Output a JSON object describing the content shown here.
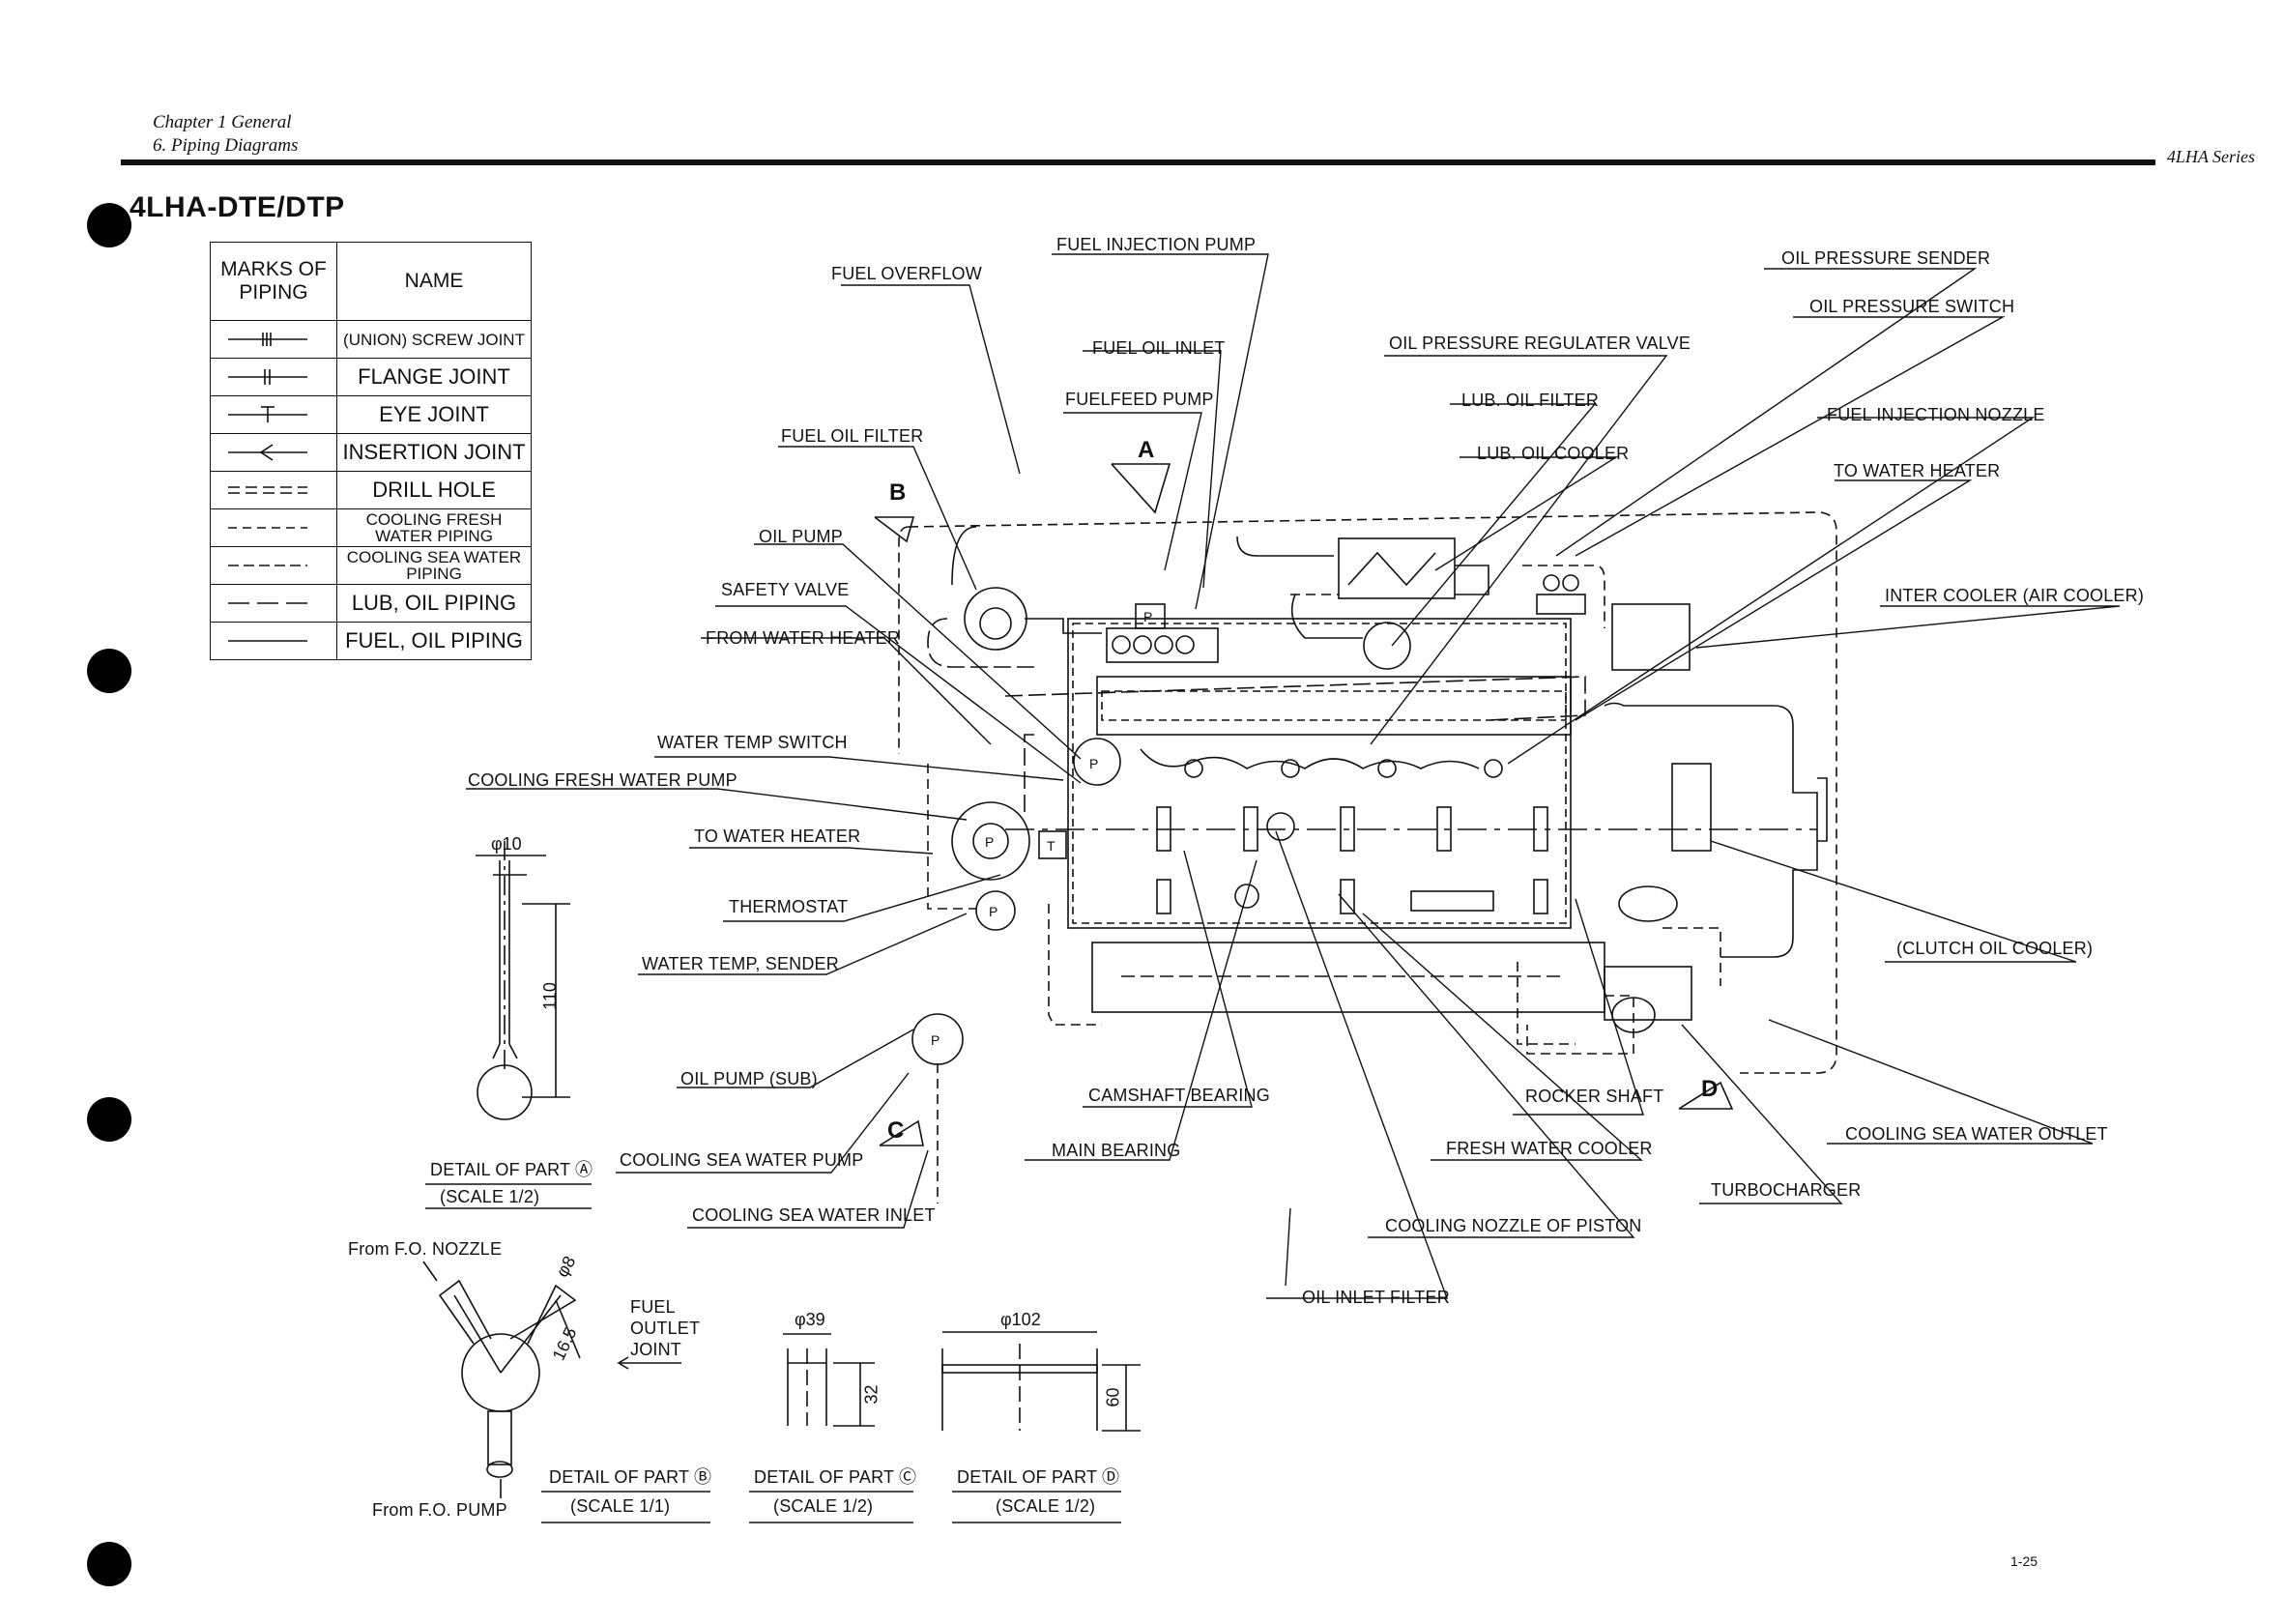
{
  "header": {
    "chapter": "Chapter 1 General",
    "section": "6. Piping Diagrams",
    "series": "4LHA Series"
  },
  "title": "4LHA-DTE/DTP",
  "legend": {
    "col_marks": "MARKS OF PIPING",
    "col_name": "NAME",
    "rows": [
      {
        "name": "(UNION) SCREW JOINT",
        "mark": "screw"
      },
      {
        "name": "FLANGE JOINT",
        "mark": "flange"
      },
      {
        "name": "EYE JOINT",
        "mark": "eye"
      },
      {
        "name": "INSERTION JOINT",
        "mark": "insertion"
      },
      {
        "name": "DRILL HOLE",
        "mark": "drill"
      },
      {
        "name": "COOLING FRESH WATER PIPING",
        "mark": "dash"
      },
      {
        "name": "COOLING SEA WATER PIPING",
        "mark": "dash"
      },
      {
        "name": "LUB, OIL PIPING",
        "mark": "longdash"
      },
      {
        "name": "FUEL, OIL PIPING",
        "mark": "solid"
      }
    ]
  },
  "labels": {
    "fuel_injection_pump": "FUEL INJECTION PUMP",
    "fuel_overflow": "FUEL OVERFLOW",
    "fuel_oil_inlet": "FUEL OIL INLET",
    "fuelfeed_pump": "FUELFEED PUMP",
    "fuel_oil_filter": "FUEL OIL FILTER",
    "oil_pump": "OIL PUMP",
    "safety_valve": "SAFETY VALVE",
    "from_water_heater": "FROM WATER HEATER",
    "water_temp_switch": "WATER TEMP SWITCH",
    "cooling_fresh_water_pump": "COOLING FRESH WATER PUMP",
    "to_water_heater_left": "TO WATER HEATER",
    "thermostat": "THERMOSTAT",
    "water_temp_sender": "WATER TEMP, SENDER",
    "oil_pump_sub": "OIL PUMP (SUB)",
    "cooling_sea_water_pump": "COOLING SEA WATER PUMP",
    "cooling_sea_water_inlet": "COOLING SEA WATER INLET",
    "oil_pressure_sender": "OIL PRESSURE SENDER",
    "oil_pressure_switch": "OIL PRESSURE SWITCH",
    "oil_pressure_regulater_valve": "OIL PRESSURE REGULATER VALVE",
    "lub_oil_filter": "LUB. OIL FILTER",
    "lub_oil_cooler": "LUB. OIL COOLER",
    "fuel_injection_nozzle": "FUEL INJECTION NOZZLE",
    "to_water_heater_right": "TO WATER HEATER",
    "inter_cooler": "INTER COOLER (AIR COOLER)",
    "clutch_oil_cooler": "(CLUTCH OIL COOLER)",
    "camshaft_bearing": "CAMSHAFT BEARING",
    "main_bearing": "MAIN BEARING",
    "rocker_shaft": "ROCKER SHAFT",
    "fresh_water_cooler": "FRESH WATER COOLER",
    "cooling_sea_water_outlet": "COOLING SEA WATER OUTLET",
    "turbocharger": "TURBOCHARGER",
    "cooling_nozzle_of_piston": "COOLING NOZZLE OF PISTON",
    "oil_inlet_filter": "OIL INLET FILTER",
    "mark_a": "A",
    "mark_b": "B",
    "mark_c": "C",
    "mark_d": "D",
    "pump_p": "P",
    "thermo_t": "T"
  },
  "details": {
    "a": {
      "dia": "φ10",
      "len": "110",
      "caption": "DETAIL OF PART Ⓐ",
      "scale": "(SCALE 1/2)"
    },
    "b": {
      "from_nozzle": "From F.O. NOZZLE",
      "from_pump": "From F.O. PUMP",
      "dia": "φ8",
      "len": "16.5",
      "joint1": "FUEL",
      "joint2": "OUTLET",
      "joint3": "JOINT",
      "caption": "DETAIL OF PART Ⓑ",
      "scale": "(SCALE 1/1)"
    },
    "c": {
      "dia": "φ39",
      "len": "32",
      "caption": "DETAIL OF PART Ⓒ",
      "scale": "(SCALE 1/2)"
    },
    "d": {
      "dia": "φ102",
      "len": "60",
      "caption": "DETAIL OF PART Ⓓ",
      "scale": "(SCALE 1/2)"
    }
  },
  "page_number": "1-25"
}
